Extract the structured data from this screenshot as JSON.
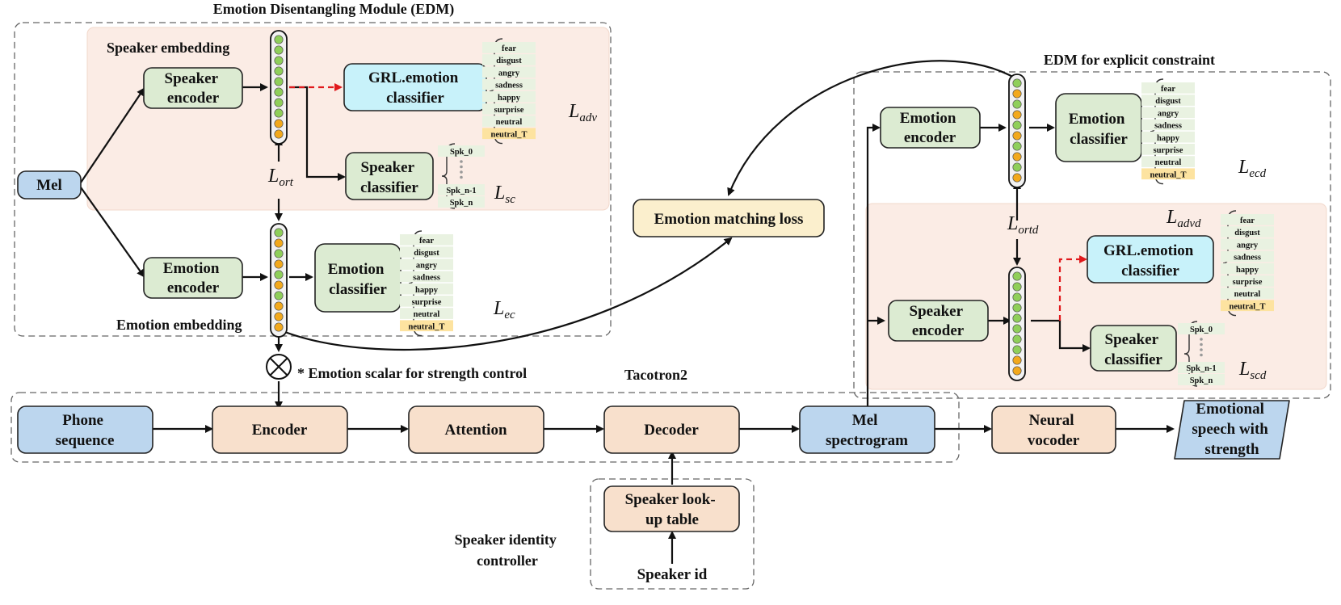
{
  "titles": {
    "edm": "Emotion Disentangling Module (EDM)",
    "edm_explicit": "EDM for explicit constraint",
    "tacotron": "Tacotron2",
    "speaker_embedding": "Speaker embedding",
    "emotion_embedding": "Emotion embedding",
    "scalar_note": "* Emotion scalar for strength control",
    "speaker_controller": [
      "Speaker identity",
      "controller"
    ]
  },
  "boxes": {
    "mel": "Mel",
    "speaker_encoder": [
      "Speaker",
      "encoder"
    ],
    "grl_classifier": [
      "GRL.emotion",
      "classifier"
    ],
    "speaker_classifier": [
      "Speaker",
      "classifier"
    ],
    "emotion_encoder": [
      "Emotion",
      "encoder"
    ],
    "emotion_classifier": [
      "Emotion",
      "classifier"
    ],
    "emotion_matching_loss": "Emotion matching loss",
    "phone_sequence": [
      "Phone",
      "sequence"
    ],
    "encoder": "Encoder",
    "attention": "Attention",
    "decoder": "Decoder",
    "mel_spectrogram": [
      "Mel",
      "spectrogram"
    ],
    "neural_vocoder": [
      "Neural",
      "vocoder"
    ],
    "emotional_speech": [
      "Emotional",
      "speech with",
      "strength"
    ],
    "speaker_lookup": [
      "Speaker look-",
      "up table"
    ],
    "speaker_id": "Speaker id"
  },
  "emotion_classes": [
    "fear",
    "disgust",
    "angry",
    "sadness",
    "happy",
    "surprise",
    "neutral",
    "neutral_T"
  ],
  "speaker_classes": [
    "Spk_0",
    "Spk_n-1",
    "Spk_n"
  ],
  "losses": {
    "adv": [
      "L",
      "adv"
    ],
    "sc": [
      "L",
      "sc"
    ],
    "ort": [
      "L",
      "ort"
    ],
    "ec": [
      "L",
      "ec"
    ],
    "ecd": [
      "L",
      "ecd"
    ],
    "advd": [
      "L",
      "advd"
    ],
    "ortd": [
      "L",
      "ortd"
    ],
    "scd": [
      "L",
      "scd"
    ]
  },
  "colors": {
    "blue": "#bcd6ee",
    "green": "#dcebd2",
    "peach": "#f8e0cc",
    "cyan": "#c8f2fa",
    "yellow": "#fbefcd",
    "pink_region": "#fbece5",
    "dot_green": "#8fcf5a",
    "dot_orange": "#f2a91c",
    "neutral_t": "#fde3a0",
    "class_row": "#e9f2e1",
    "red_dash": "#e0191c"
  }
}
